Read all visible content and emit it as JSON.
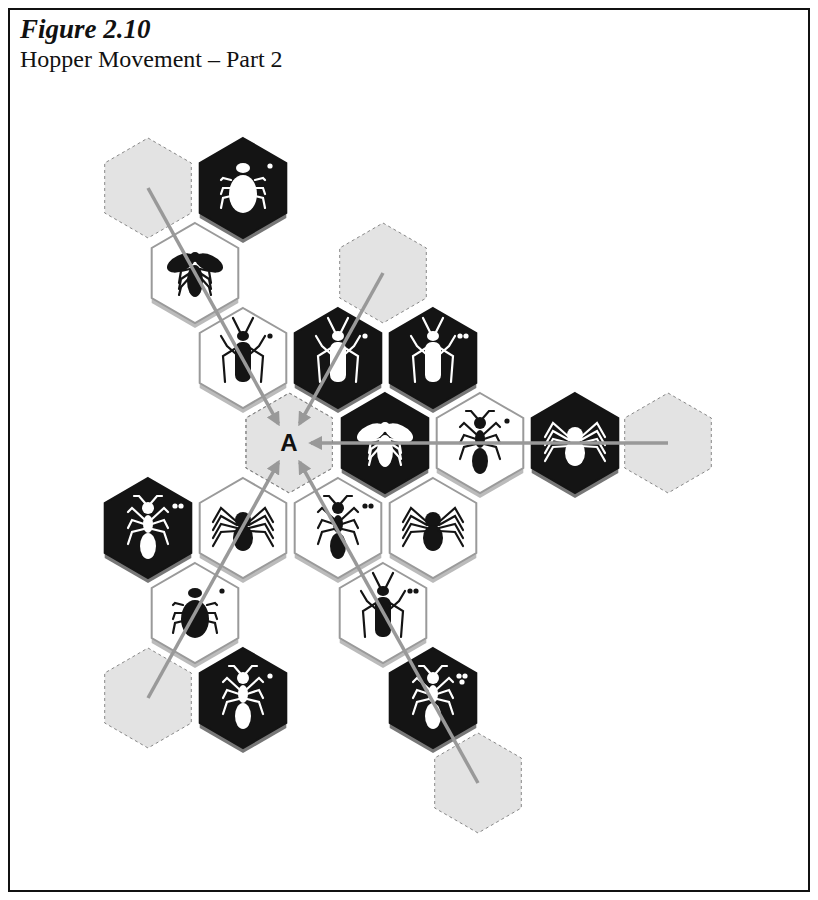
{
  "diagram": {
    "title": "Figure 2.10",
    "nodes": [
      {
        "text": [
          "A"
        ]
      }
    ],
    "labels": [
      "Hopper Movement – Part 2"
    ]
  }
}
